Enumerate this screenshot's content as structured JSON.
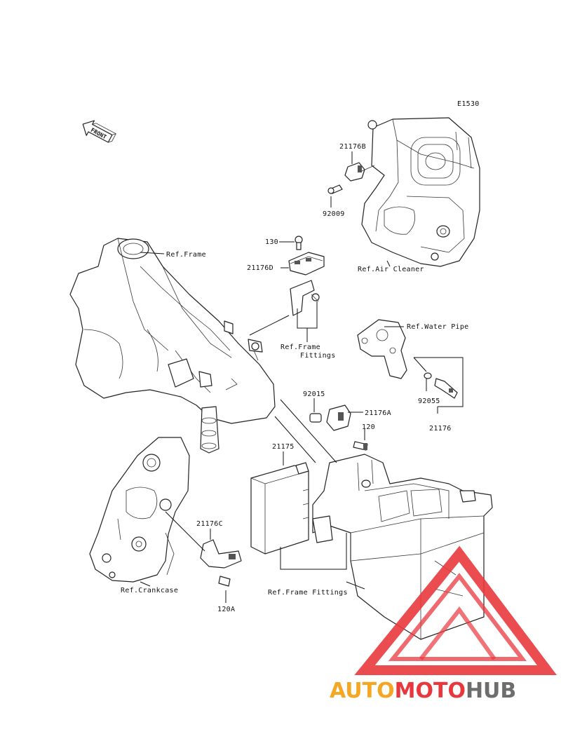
{
  "diagram": {
    "code": "E1530",
    "front_label": "FRONT",
    "refs": {
      "frame": "Ref.Frame",
      "air_cleaner": "Ref.Air Cleaner",
      "frame_fittings_1": "Ref.Frame",
      "frame_fittings_2": "Fittings",
      "water_pipe": "Ref.Water Pipe",
      "crankcase": "Ref.Crankcase",
      "frame_fittings_long": "Ref.Frame Fittings"
    },
    "parts": {
      "p21176B": "21176B",
      "p92009": "92009",
      "p130": "130",
      "p21176D": "21176D",
      "p92015": "92015",
      "p21176A": "21176A",
      "p120": "120",
      "p92055": "92055",
      "p21176": "21176",
      "p21175": "21175",
      "p21176C": "21176C",
      "p120A": "120A"
    }
  },
  "watermark": {
    "part1": "AUTO",
    "part2": "MOTO",
    "part3": "HUB",
    "colors": {
      "orange": "#f5a623",
      "red": "#e8383d",
      "gray": "#6d6d6d"
    }
  }
}
